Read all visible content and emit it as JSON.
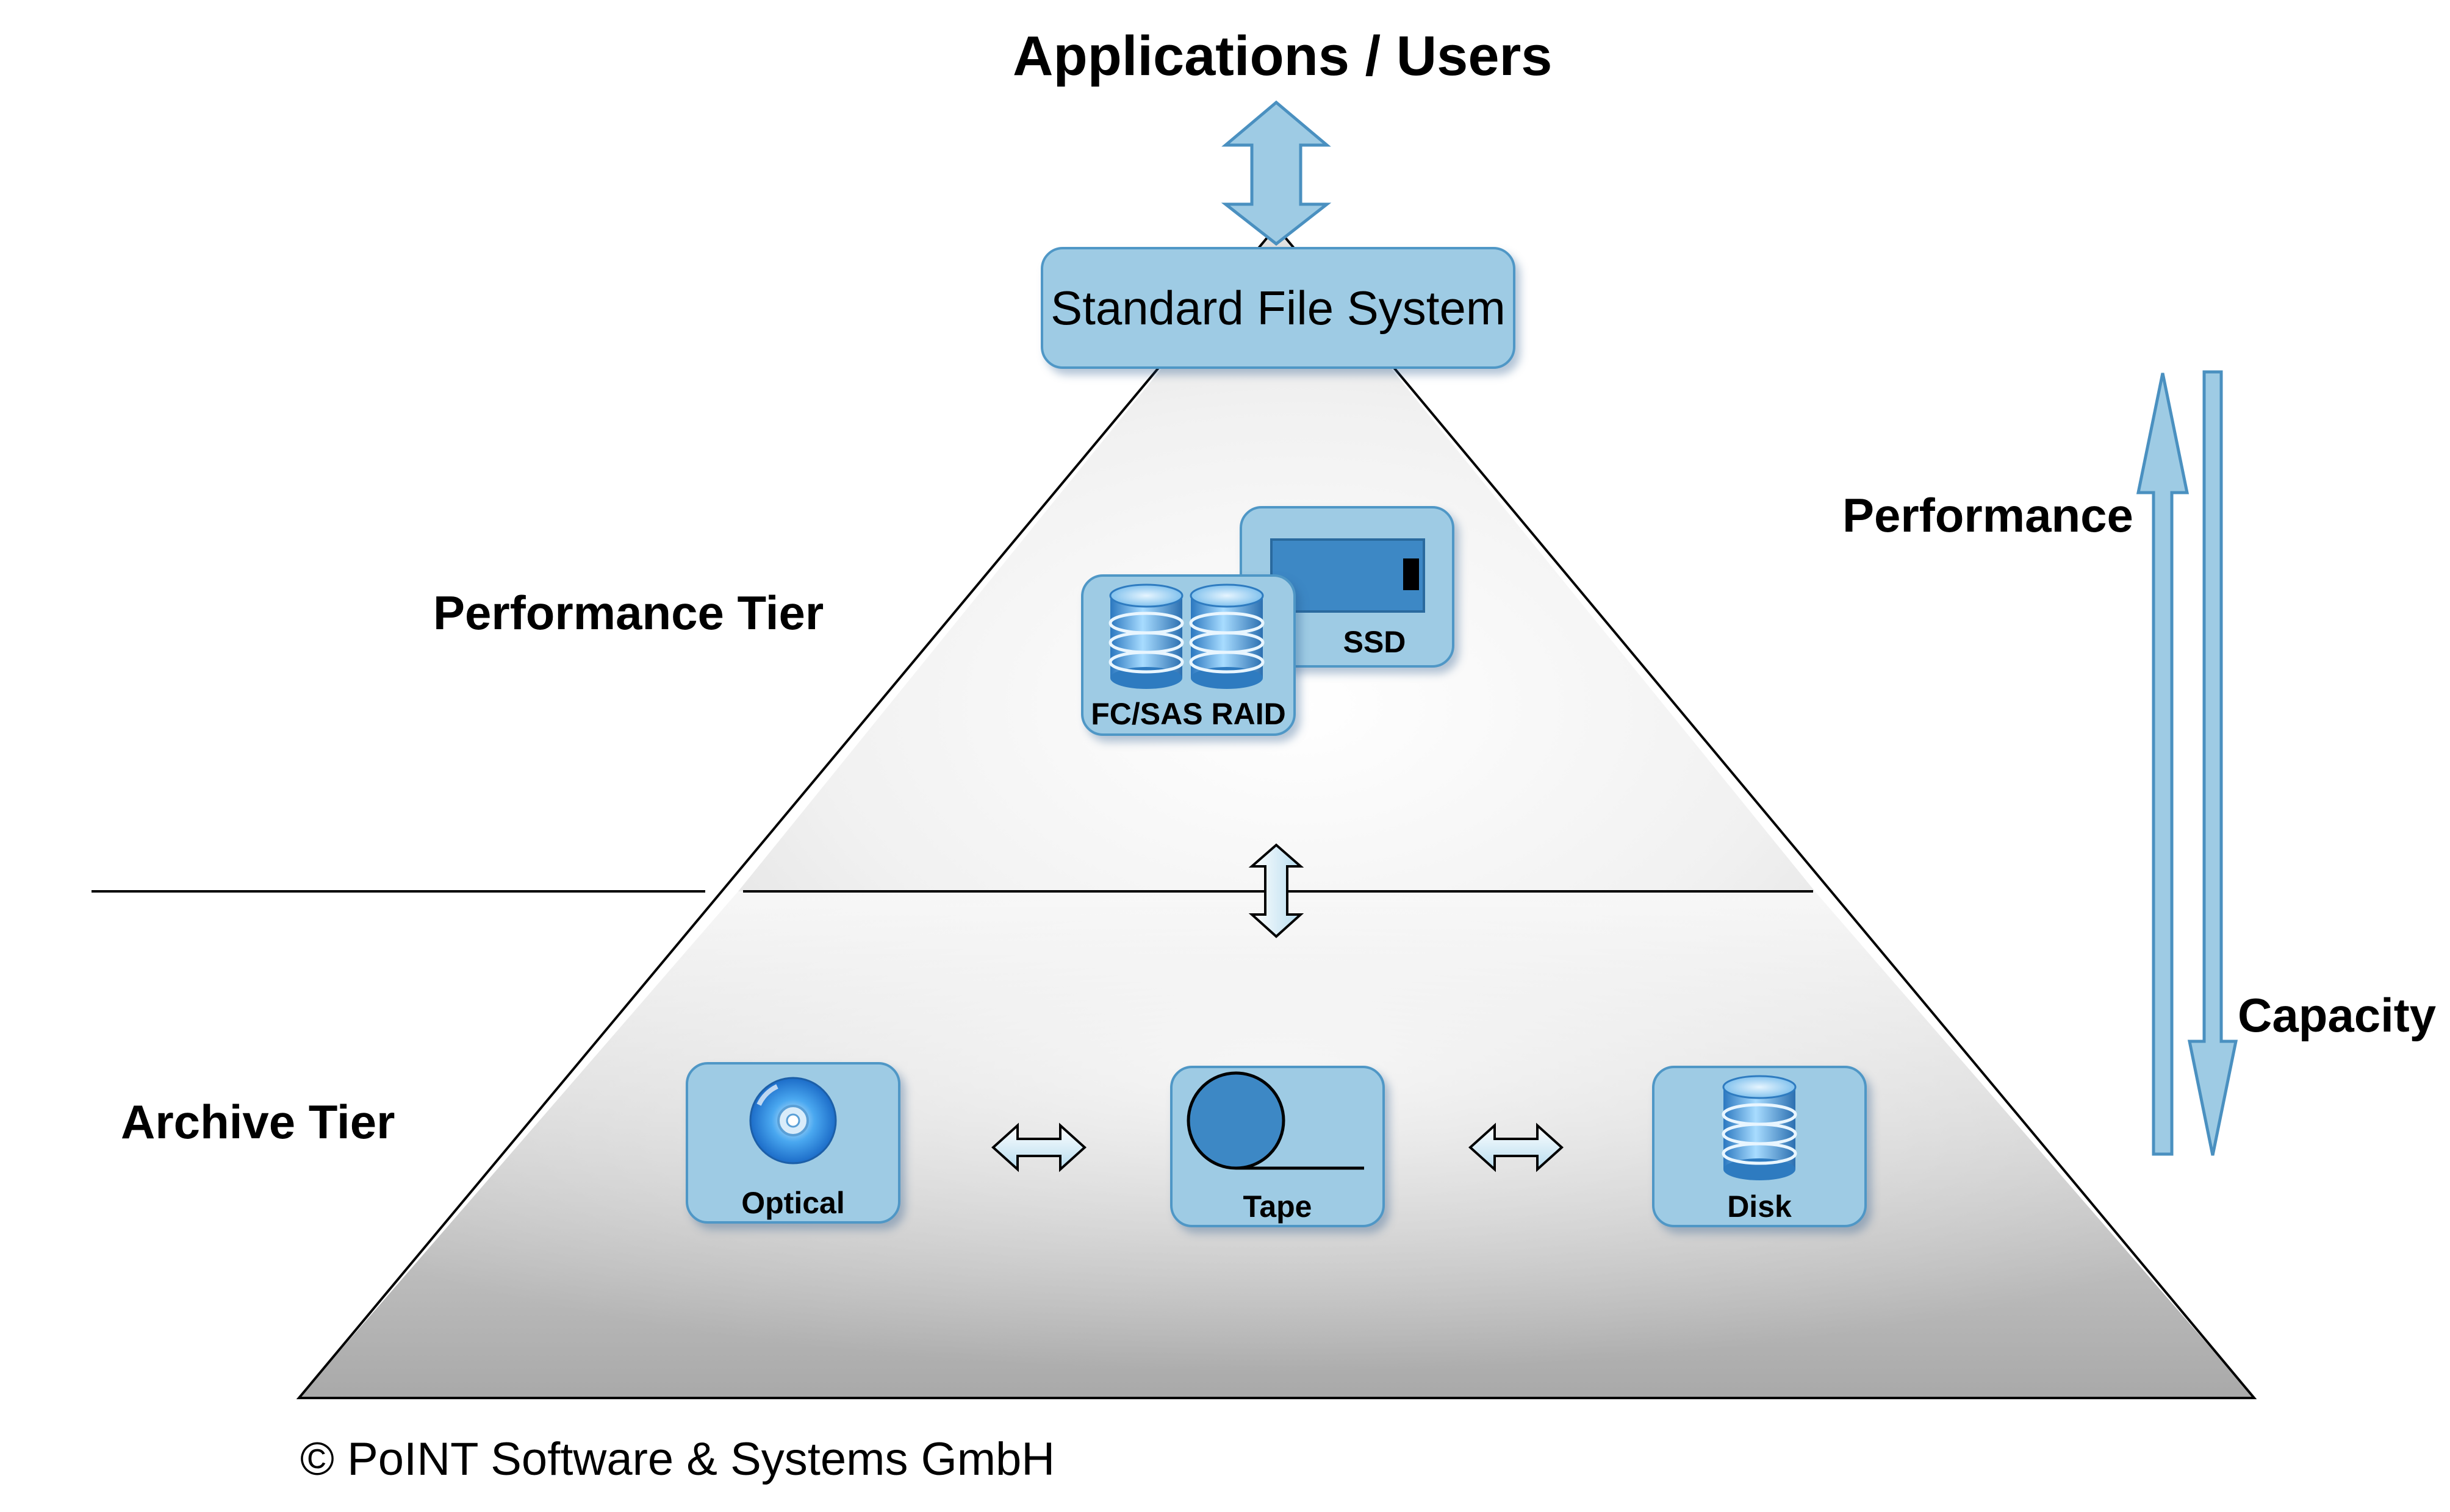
{
  "title": "Applications / Users",
  "file_system": {
    "label": "Standard File System"
  },
  "tiers": {
    "performance": {
      "label": "Performance Tier"
    },
    "archive": {
      "label": "Archive Tier"
    }
  },
  "axis": {
    "up_label": "Performance",
    "down_label": "Capacity"
  },
  "devices": {
    "ssd": {
      "label": "SSD"
    },
    "raid": {
      "label": "FC/SAS RAID"
    },
    "optical": {
      "label": "Optical"
    },
    "tape": {
      "label": "Tape"
    },
    "disk": {
      "label": "Disk"
    }
  },
  "copyright": "© PoINT Software & Systems GmbH",
  "colors": {
    "box_fill": "#9ecbe4",
    "box_border": "#4f97c6",
    "arrow_fill": "#9ecbe4",
    "arrow_stroke": "#4a90c0",
    "device_blue": "#3d88c5"
  }
}
